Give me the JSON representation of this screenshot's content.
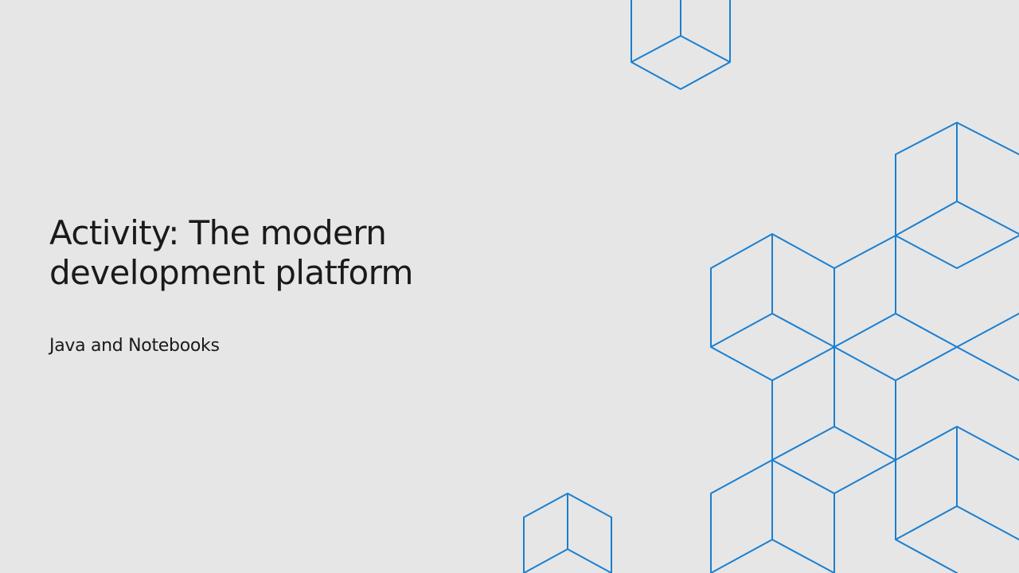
{
  "slide": {
    "title_line_1": "Activity: The modern",
    "title_line_2": "development platform",
    "subtitle": "Java and Notebooks"
  },
  "colors": {
    "background": "#e6e6e6",
    "text": "#1a1a1a",
    "accent_line": "#1a7fd0"
  },
  "decoration": {
    "style": "isometric-cube-outlines"
  }
}
